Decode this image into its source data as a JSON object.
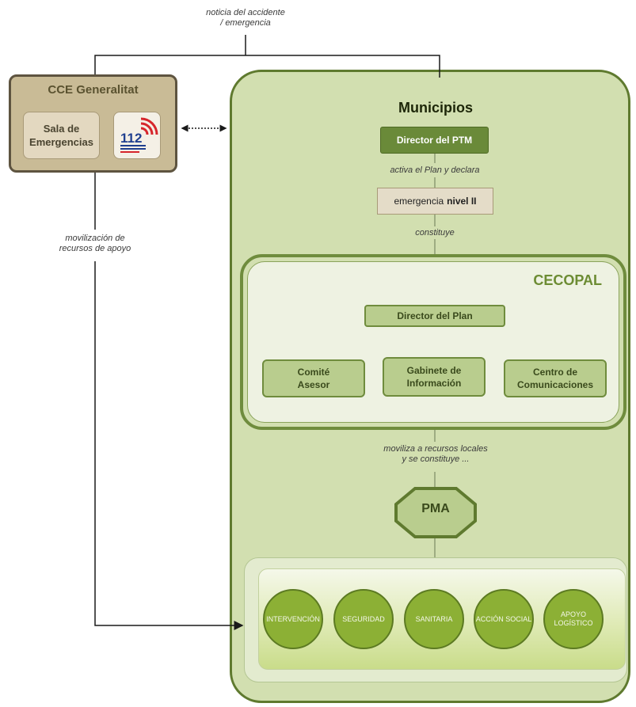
{
  "top_annotation": {
    "line1": "noticia del accidente",
    "line2": "/ emergencia"
  },
  "cce": {
    "title": "CCE Generalitat",
    "sala_line1": "Sala de",
    "sala_line2": "Emergencias",
    "logo_number": "112"
  },
  "left_annotation": {
    "line1": "movilización de",
    "line2": "recursos de apoyo"
  },
  "municipios": {
    "title": "Municipios",
    "director_ptm": "Director del PTM",
    "activa_label": "activa el Plan y declara",
    "emergencia_prefix": "emergencia",
    "emergencia_level": "nivel II",
    "constituye_label": "constituye"
  },
  "cecopal": {
    "title": "CECOPAL",
    "director_plan": "Director del Plan",
    "comite_line1": "Comité",
    "comite_line2": "Asesor",
    "gabinete_line1": "Gabinete de",
    "gabinete_line2": "Información",
    "centro_line1": "Centro de",
    "centro_line2": "Comunicaciones"
  },
  "moviliza_label": {
    "line1": "moviliza a recursos locales",
    "line2": "y se constituye ..."
  },
  "pma": "PMA",
  "groups": [
    {
      "line1": "INTERVENCIÓN",
      "line2": ""
    },
    {
      "line1": "SEGURIDAD",
      "line2": ""
    },
    {
      "line1": "SANITARIA",
      "line2": ""
    },
    {
      "line1": "ACCIÓN SOCIAL",
      "line2": ""
    },
    {
      "line1": "APOYO",
      "line2": "LOGÍSTICO"
    }
  ]
}
